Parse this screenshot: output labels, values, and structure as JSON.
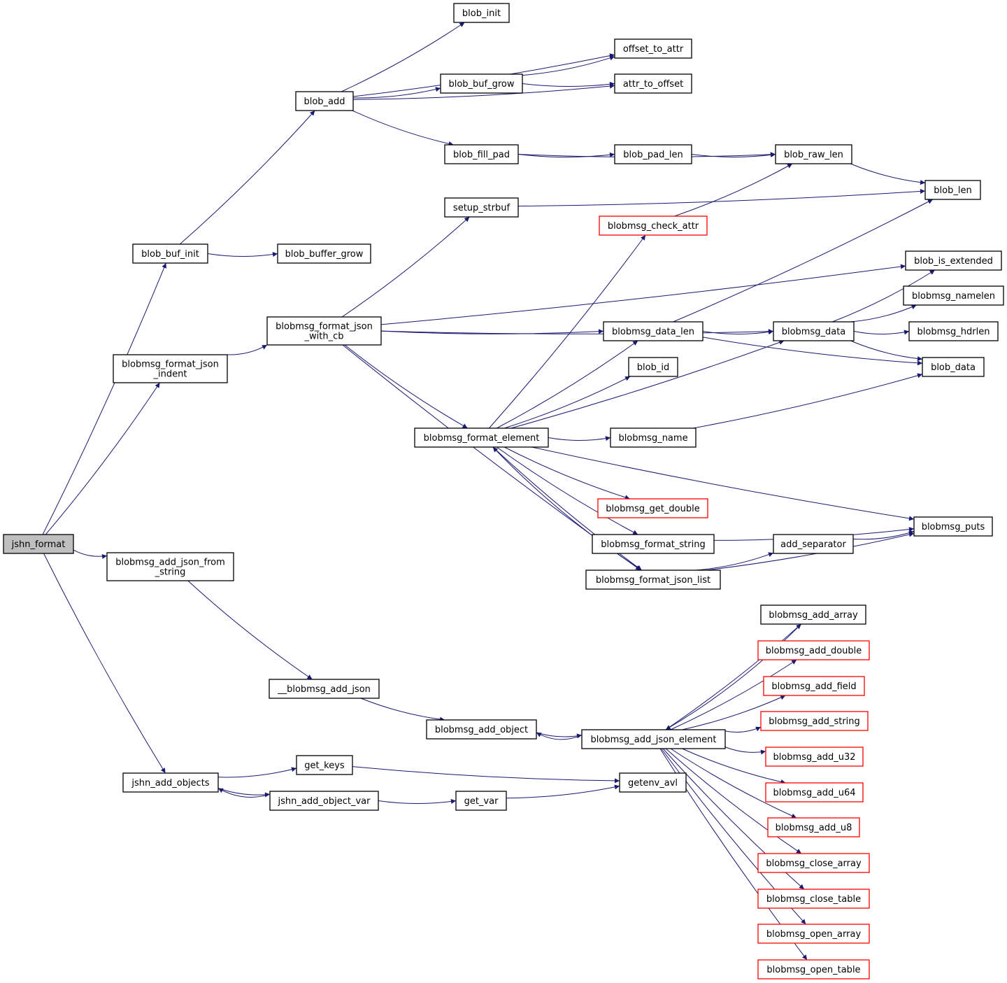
{
  "colors": {
    "edge": "#191970",
    "node_border": "#000000",
    "node_border_incomplete": "#ff0000",
    "root_fill": "#bfbfbf",
    "node_fill": "#ffffff"
  },
  "nodes": [
    {
      "id": "jshn_format",
      "lines": [
        "jshn_format"
      ],
      "root": true
    },
    {
      "id": "blob_buf_init",
      "lines": [
        "blob_buf_init"
      ]
    },
    {
      "id": "blob_add",
      "lines": [
        "blob_add"
      ]
    },
    {
      "id": "blob_init",
      "lines": [
        "blob_init"
      ]
    },
    {
      "id": "offset_to_attr",
      "lines": [
        "offset_to_attr"
      ]
    },
    {
      "id": "blob_buf_grow",
      "lines": [
        "blob_buf_grow"
      ]
    },
    {
      "id": "attr_to_offset",
      "lines": [
        "attr_to_offset"
      ]
    },
    {
      "id": "blob_fill_pad",
      "lines": [
        "blob_fill_pad"
      ]
    },
    {
      "id": "blob_pad_len",
      "lines": [
        "blob_pad_len"
      ]
    },
    {
      "id": "blob_raw_len",
      "lines": [
        "blob_raw_len"
      ]
    },
    {
      "id": "blob_len",
      "lines": [
        "blob_len"
      ]
    },
    {
      "id": "setup_strbuf",
      "lines": [
        "setup_strbuf"
      ]
    },
    {
      "id": "blobmsg_check_attr",
      "lines": [
        "blobmsg_check_attr"
      ],
      "incomplete": true
    },
    {
      "id": "blob_buffer_grow",
      "lines": [
        "blob_buffer_grow"
      ]
    },
    {
      "id": "blob_is_extended",
      "lines": [
        "blob_is_extended"
      ]
    },
    {
      "id": "blobmsg_namelen",
      "lines": [
        "blobmsg_namelen"
      ]
    },
    {
      "id": "blobmsg_format_json_with_cb",
      "lines": [
        "blobmsg_format_json",
        "_with_cb"
      ]
    },
    {
      "id": "blobmsg_data_len",
      "lines": [
        "blobmsg_data_len"
      ]
    },
    {
      "id": "blobmsg_data",
      "lines": [
        "blobmsg_data"
      ]
    },
    {
      "id": "blobmsg_hdrlen",
      "lines": [
        "blobmsg_hdrlen"
      ]
    },
    {
      "id": "blobmsg_format_json_indent",
      "lines": [
        "blobmsg_format_json",
        "_indent"
      ]
    },
    {
      "id": "blob_id",
      "lines": [
        "blob_id"
      ]
    },
    {
      "id": "blob_data",
      "lines": [
        "blob_data"
      ]
    },
    {
      "id": "blobmsg_format_element",
      "lines": [
        "blobmsg_format_element"
      ]
    },
    {
      "id": "blobmsg_name",
      "lines": [
        "blobmsg_name"
      ]
    },
    {
      "id": "blobmsg_get_double",
      "lines": [
        "blobmsg_get_double"
      ],
      "incomplete": true
    },
    {
      "id": "blobmsg_puts",
      "lines": [
        "blobmsg_puts"
      ]
    },
    {
      "id": "blobmsg_format_string",
      "lines": [
        "blobmsg_format_string"
      ]
    },
    {
      "id": "add_separator",
      "lines": [
        "add_separator"
      ]
    },
    {
      "id": "blobmsg_add_json_from_string",
      "lines": [
        "blobmsg_add_json_from",
        "_string"
      ]
    },
    {
      "id": "blobmsg_format_json_list",
      "lines": [
        "blobmsg_format_json_list"
      ]
    },
    {
      "id": "blobmsg_add_array",
      "lines": [
        "blobmsg_add_array"
      ]
    },
    {
      "id": "blobmsg_add_double",
      "lines": [
        "blobmsg_add_double"
      ],
      "incomplete": true
    },
    {
      "id": "__blobmsg_add_json",
      "lines": [
        "__blobmsg_add_json"
      ]
    },
    {
      "id": "blobmsg_add_field",
      "lines": [
        "blobmsg_add_field"
      ],
      "incomplete": true
    },
    {
      "id": "blobmsg_add_string",
      "lines": [
        "blobmsg_add_string"
      ],
      "incomplete": true
    },
    {
      "id": "blobmsg_add_object",
      "lines": [
        "blobmsg_add_object"
      ]
    },
    {
      "id": "blobmsg_add_json_element",
      "lines": [
        "blobmsg_add_json_element"
      ]
    },
    {
      "id": "blobmsg_add_u32",
      "lines": [
        "blobmsg_add_u32"
      ],
      "incomplete": true
    },
    {
      "id": "get_keys",
      "lines": [
        "get_keys"
      ]
    },
    {
      "id": "jshn_add_objects",
      "lines": [
        "jshn_add_objects"
      ]
    },
    {
      "id": "getenv_avl",
      "lines": [
        "getenv_avl"
      ]
    },
    {
      "id": "blobmsg_add_u64",
      "lines": [
        "blobmsg_add_u64"
      ],
      "incomplete": true
    },
    {
      "id": "jshn_add_object_var",
      "lines": [
        "jshn_add_object_var"
      ]
    },
    {
      "id": "get_var",
      "lines": [
        "get_var"
      ]
    },
    {
      "id": "blobmsg_add_u8",
      "lines": [
        "blobmsg_add_u8"
      ],
      "incomplete": true
    },
    {
      "id": "blobmsg_close_array",
      "lines": [
        "blobmsg_close_array"
      ],
      "incomplete": true
    },
    {
      "id": "blobmsg_close_table",
      "lines": [
        "blobmsg_close_table"
      ],
      "incomplete": true
    },
    {
      "id": "blobmsg_open_array",
      "lines": [
        "blobmsg_open_array"
      ],
      "incomplete": true
    },
    {
      "id": "blobmsg_open_table",
      "lines": [
        "blobmsg_open_table"
      ],
      "incomplete": true
    }
  ],
  "edges": [
    [
      "jshn_format",
      "blob_buf_init"
    ],
    [
      "jshn_format",
      "blobmsg_format_json_indent"
    ],
    [
      "jshn_format",
      "blobmsg_add_json_from_string"
    ],
    [
      "jshn_format",
      "jshn_add_objects"
    ],
    [
      "blob_buf_init",
      "blob_add"
    ],
    [
      "blob_buf_init",
      "blob_buffer_grow"
    ],
    [
      "blob_add",
      "blob_init"
    ],
    [
      "blob_add",
      "offset_to_attr"
    ],
    [
      "blob_add",
      "blob_buf_grow"
    ],
    [
      "blob_add",
      "attr_to_offset"
    ],
    [
      "blob_add",
      "blob_fill_pad"
    ],
    [
      "blob_buf_grow",
      "offset_to_attr"
    ],
    [
      "blob_buf_grow",
      "attr_to_offset"
    ],
    [
      "blob_fill_pad",
      "blob_pad_len"
    ],
    [
      "blob_fill_pad",
      "blob_raw_len"
    ],
    [
      "blob_pad_len",
      "blob_raw_len"
    ],
    [
      "blob_raw_len",
      "blob_len"
    ],
    [
      "blobmsg_format_json_indent",
      "blobmsg_format_json_with_cb"
    ],
    [
      "blobmsg_format_json_with_cb",
      "setup_strbuf"
    ],
    [
      "blobmsg_format_json_with_cb",
      "blob_is_extended"
    ],
    [
      "blobmsg_format_json_with_cb",
      "blobmsg_data"
    ],
    [
      "blobmsg_format_json_with_cb",
      "blobmsg_data_len"
    ],
    [
      "blobmsg_format_json_with_cb",
      "blobmsg_format_element"
    ],
    [
      "blobmsg_format_json_with_cb",
      "blobmsg_format_json_list"
    ],
    [
      "setup_strbuf",
      "blob_len"
    ],
    [
      "blobmsg_check_attr",
      "blob_raw_len"
    ],
    [
      "blobmsg_data_len",
      "blob_len"
    ],
    [
      "blobmsg_data_len",
      "blobmsg_data"
    ],
    [
      "blobmsg_data_len",
      "blob_data"
    ],
    [
      "blobmsg_data",
      "blob_is_extended"
    ],
    [
      "blobmsg_data",
      "blobmsg_namelen"
    ],
    [
      "blobmsg_data",
      "blobmsg_hdrlen"
    ],
    [
      "blobmsg_data",
      "blob_data"
    ],
    [
      "blobmsg_format_element",
      "blobmsg_check_attr"
    ],
    [
      "blobmsg_format_element",
      "blobmsg_data_len"
    ],
    [
      "blobmsg_format_element",
      "blob_id"
    ],
    [
      "blobmsg_format_element",
      "blobmsg_data"
    ],
    [
      "blobmsg_format_element",
      "blobmsg_name"
    ],
    [
      "blobmsg_format_element",
      "blobmsg_get_double"
    ],
    [
      "blobmsg_format_element",
      "blobmsg_puts"
    ],
    [
      "blobmsg_format_element",
      "blobmsg_format_string"
    ],
    [
      "blobmsg_format_element",
      "blobmsg_format_json_list"
    ],
    [
      "blobmsg_name",
      "blob_data"
    ],
    [
      "blobmsg_format_string",
      "blobmsg_puts"
    ],
    [
      "blobmsg_format_json_list",
      "add_separator"
    ],
    [
      "blobmsg_format_json_list",
      "blobmsg_puts"
    ],
    [
      "blobmsg_format_json_list",
      "blobmsg_format_element"
    ],
    [
      "add_separator",
      "blobmsg_puts"
    ],
    [
      "blobmsg_add_json_from_string",
      "__blobmsg_add_json"
    ],
    [
      "__blobmsg_add_json",
      "blobmsg_add_object"
    ],
    [
      "blobmsg_add_object",
      "blobmsg_add_json_element"
    ],
    [
      "blobmsg_add_json_element",
      "blobmsg_add_object"
    ],
    [
      "blobmsg_add_json_element",
      "blobmsg_add_array"
    ],
    [
      "blobmsg_add_json_element",
      "blobmsg_add_double"
    ],
    [
      "blobmsg_add_json_element",
      "blobmsg_add_field"
    ],
    [
      "blobmsg_add_json_element",
      "blobmsg_add_string"
    ],
    [
      "blobmsg_add_json_element",
      "blobmsg_add_u32"
    ],
    [
      "blobmsg_add_json_element",
      "blobmsg_add_u64"
    ],
    [
      "blobmsg_add_json_element",
      "blobmsg_add_u8"
    ],
    [
      "blobmsg_add_json_element",
      "blobmsg_close_array"
    ],
    [
      "blobmsg_add_json_element",
      "blobmsg_close_table"
    ],
    [
      "blobmsg_add_json_element",
      "blobmsg_open_array"
    ],
    [
      "blobmsg_add_json_element",
      "blobmsg_open_table"
    ],
    [
      "blobmsg_add_array",
      "blobmsg_add_json_element"
    ],
    [
      "jshn_add_objects",
      "get_keys"
    ],
    [
      "jshn_add_objects",
      "jshn_add_object_var"
    ],
    [
      "jshn_add_object_var",
      "jshn_add_objects"
    ],
    [
      "jshn_add_object_var",
      "get_var"
    ],
    [
      "get_keys",
      "getenv_avl"
    ],
    [
      "get_var",
      "getenv_avl"
    ]
  ]
}
